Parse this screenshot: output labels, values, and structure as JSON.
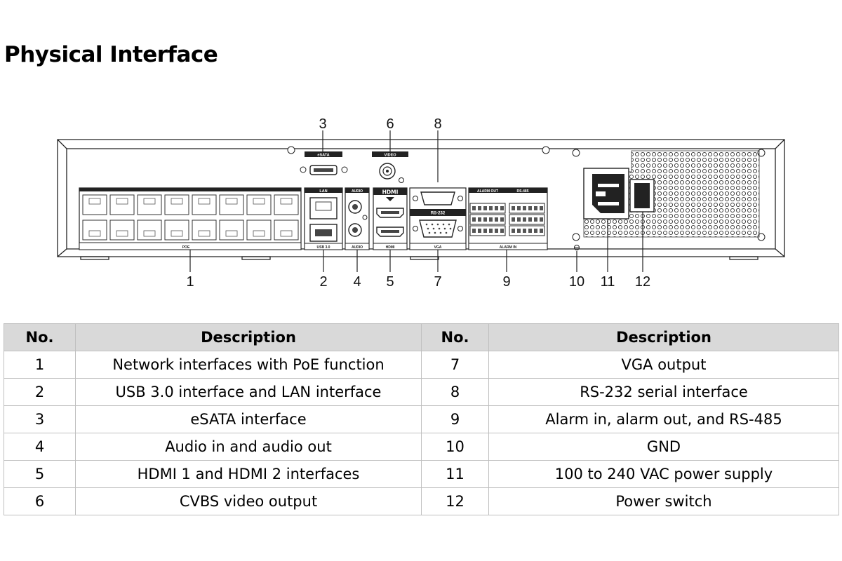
{
  "title": "Physical Interface",
  "diagram": {
    "callouts": [
      "1",
      "2",
      "3",
      "4",
      "5",
      "6",
      "7",
      "8",
      "9",
      "10",
      "11",
      "12"
    ],
    "panel_labels": {
      "esata": "eSATA",
      "video": "VIDEO",
      "lan": "LAN",
      "audio": "AUDIO",
      "hdmi": "HDMI",
      "rs232": "RS-232",
      "vga": "VGA",
      "alarm_out": "ALARM OUT",
      "rs485": "RS-485",
      "alarm_in": "ALARM IN",
      "usb": "USB 3.0",
      "poe": "POE"
    }
  },
  "table": {
    "headers": [
      "No.",
      "Description",
      "No.",
      "Description"
    ],
    "rows": [
      {
        "no1": "1",
        "desc1": "Network interfaces with PoE function",
        "no2": "7",
        "desc2": "VGA output"
      },
      {
        "no1": "2",
        "desc1": "USB 3.0 interface and LAN interface",
        "no2": "8",
        "desc2": "RS-232 serial interface"
      },
      {
        "no1": "3",
        "desc1": "eSATA interface",
        "no2": "9",
        "desc2": "Alarm in, alarm out, and RS-485"
      },
      {
        "no1": "4",
        "desc1": "Audio in and audio out",
        "no2": "10",
        "desc2": "GND"
      },
      {
        "no1": "5",
        "desc1": "HDMI 1 and HDMI 2 interfaces",
        "no2": "11",
        "desc2": "100 to 240 VAC power supply"
      },
      {
        "no1": "6",
        "desc1": "CVBS video output",
        "no2": "12",
        "desc2": "Power switch"
      }
    ]
  }
}
